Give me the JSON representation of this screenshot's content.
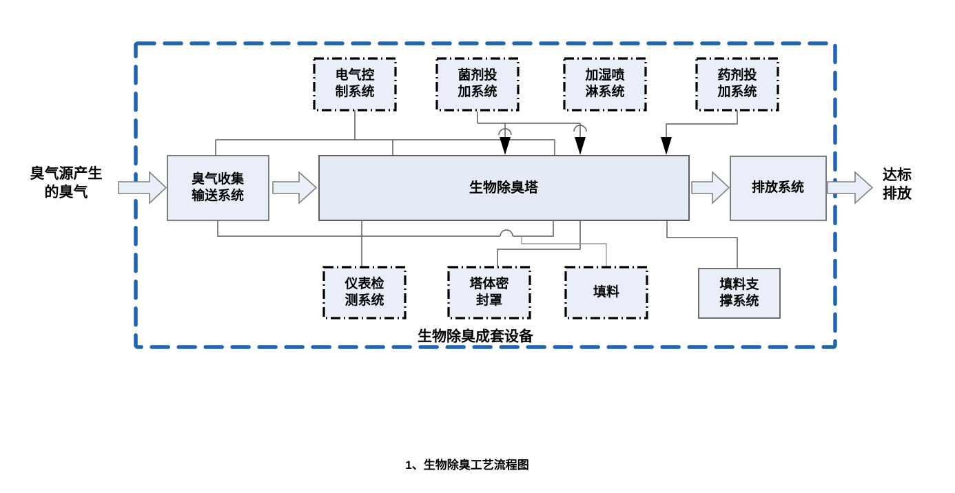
{
  "diagram": {
    "title_caption": "1、生物除臭工艺流程图",
    "group_label": "生物除臭成套设备",
    "input_label": "臭气源产生\n的臭气",
    "output_label": "达标\n排放",
    "nodes": {
      "electrical_control": {
        "label": "电气控\n制系统"
      },
      "bacteria_dosing": {
        "label": "菌剂投\n加系统"
      },
      "humidify_spray": {
        "label": "加湿喷\n淋系统"
      },
      "chemical_dosing": {
        "label": "药剂投\n加系统"
      },
      "odor_collection": {
        "label": "臭气收集\n输送系统"
      },
      "bio_tower": {
        "label": "生物除臭塔"
      },
      "discharge_system": {
        "label": "排放系统"
      },
      "instrument_detect": {
        "label": "仪表检\n测系统"
      },
      "tower_seal_cover": {
        "label": "塔体密\n封罩"
      },
      "packing": {
        "label": "填料"
      },
      "packing_support": {
        "label": "填料支\n撑系统"
      }
    },
    "colors": {
      "boundary_blue": "#2063B0",
      "node_fill": "#E9EEF8",
      "tower_fill": "#E4EBF6",
      "node_border_gray": "#7F7F7F",
      "connector_gray": "#5A5A5A",
      "dosing_arrow_black": "#000000"
    }
  }
}
